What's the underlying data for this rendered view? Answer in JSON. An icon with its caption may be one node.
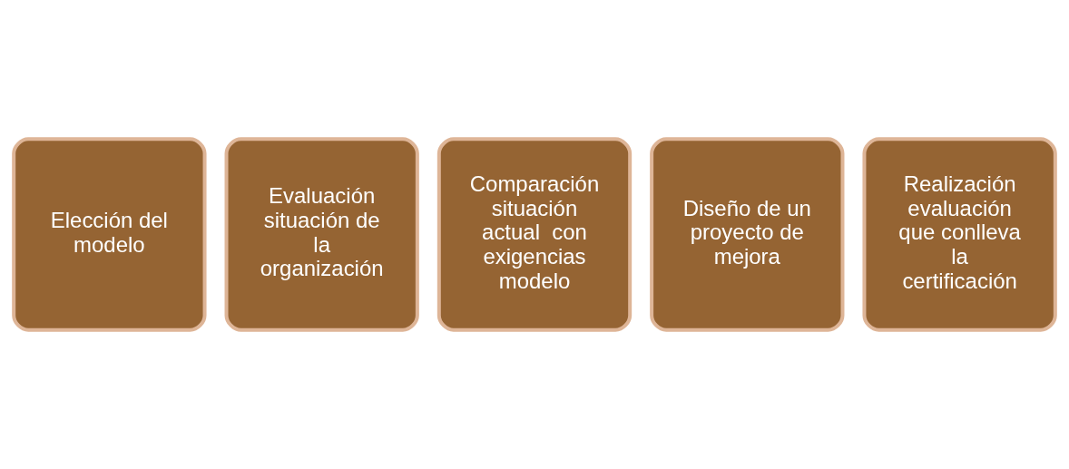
{
  "diagram": {
    "nodes": [
      {
        "text": [
          "Elección del modelo"
        ]
      },
      {
        "text": [
          "Evaluación situación de la organización"
        ]
      },
      {
        "text": [
          "Comparación situación actual  con exigencias modelo"
        ]
      },
      {
        "text": [
          "Diseño de un proyecto de mejora"
        ]
      },
      {
        "text": [
          "Realización evaluación que conlleva la certificación"
        ]
      }
    ]
  }
}
